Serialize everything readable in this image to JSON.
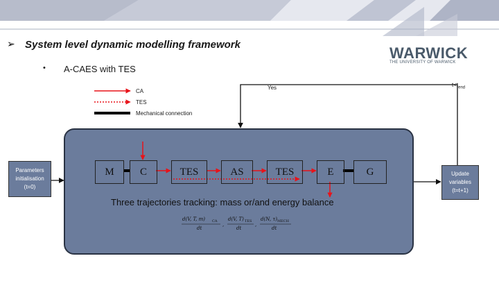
{
  "slide": {
    "title": "System level dynamic modelling framework",
    "bullet_marker": "•",
    "subtitle": "A-CAES with TES"
  },
  "logo": {
    "name": "WARWICK",
    "tagline": "THE UNIVERSITY OF WARWICK"
  },
  "legend": {
    "ca": "CA",
    "tes": "TES",
    "mech": "Mechanical connection",
    "colors": {
      "ca": "#e8131a",
      "tes": "#e8131a",
      "mech": "#000000"
    }
  },
  "diagram": {
    "params_box": "Parameters initialisation (t=0)",
    "update_box": "Update variables (t=t+1)",
    "yes_label": "Yes",
    "t_end": "t<t",
    "t_end_sub": "end",
    "components": [
      "M",
      "C",
      "TES",
      "AS",
      "TES",
      "E",
      "G"
    ],
    "tracking_label": "Three trajectories tracking: mass or/and energy balance",
    "colors": {
      "main_panel": "#6b7c9c",
      "box_fill": "#6b7c9c",
      "accent_red": "#e8131a"
    }
  }
}
